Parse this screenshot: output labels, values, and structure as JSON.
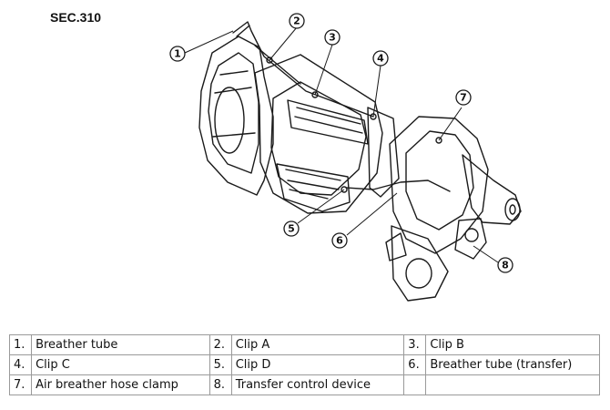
{
  "section_label": "SEC.310",
  "callouts": [
    "1",
    "2",
    "3",
    "4",
    "5",
    "6",
    "7",
    "8"
  ],
  "parts": [
    {
      "num": "1.",
      "name": "Breather tube"
    },
    {
      "num": "2.",
      "name": "Clip A"
    },
    {
      "num": "3.",
      "name": "Clip B"
    },
    {
      "num": "4.",
      "name": "Clip C"
    },
    {
      "num": "5.",
      "name": "Clip D"
    },
    {
      "num": "6.",
      "name": "Breather tube (transfer)"
    },
    {
      "num": "7.",
      "name": "Air breather hose clamp"
    },
    {
      "num": "8.",
      "name": "Transfer control device"
    }
  ],
  "colors": {
    "line": "#1a1a1a",
    "table_border": "#9a9a9a"
  }
}
